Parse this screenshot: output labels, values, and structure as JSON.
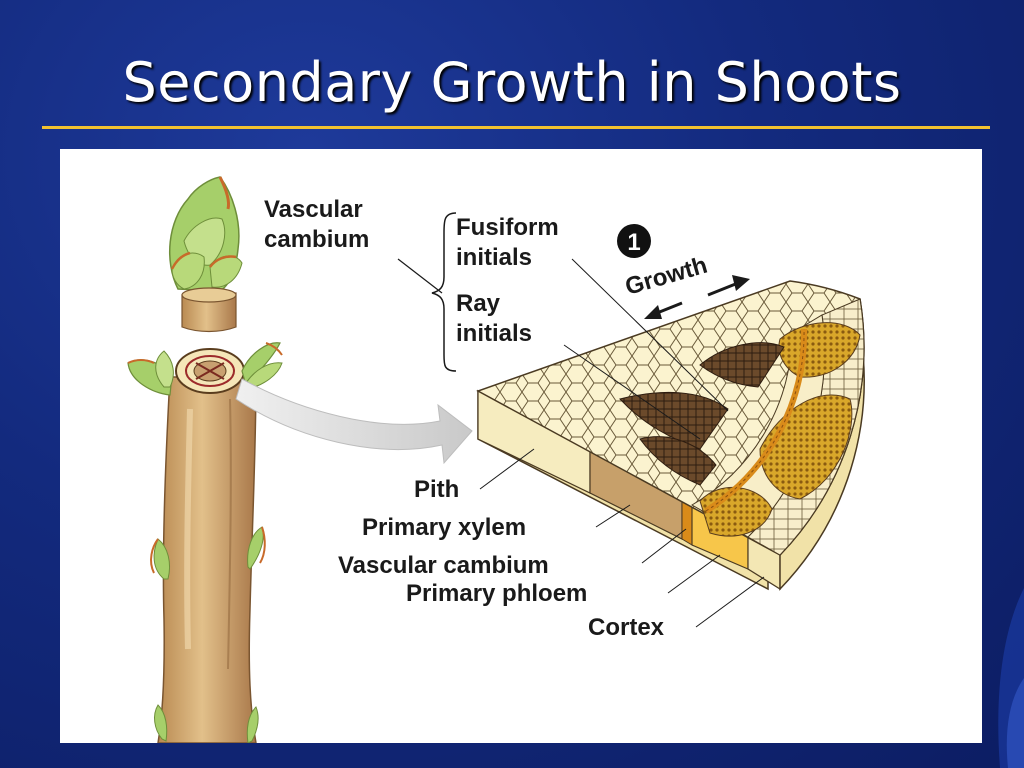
{
  "slide": {
    "title": "Secondary Growth in Shoots"
  },
  "diagram": {
    "labels": {
      "vascular_cambium_top_line1": "Vascular",
      "vascular_cambium_top_line2": "cambium",
      "fusiform_line1": "Fusiform",
      "fusiform_line2": "initials",
      "ray_line1": "Ray",
      "ray_line2": "initials",
      "step_number": "1",
      "growth": "Growth",
      "pith": "Pith",
      "primary_xylem": "Primary xylem",
      "vascular_cambium": "Vascular cambium",
      "primary_phloem": "Primary phloem",
      "cortex": "Cortex"
    }
  },
  "colors": {
    "background": "#132a7e",
    "title_text": "#ffffff",
    "title_rule": "#f2c230",
    "panel": "#ffffff"
  }
}
